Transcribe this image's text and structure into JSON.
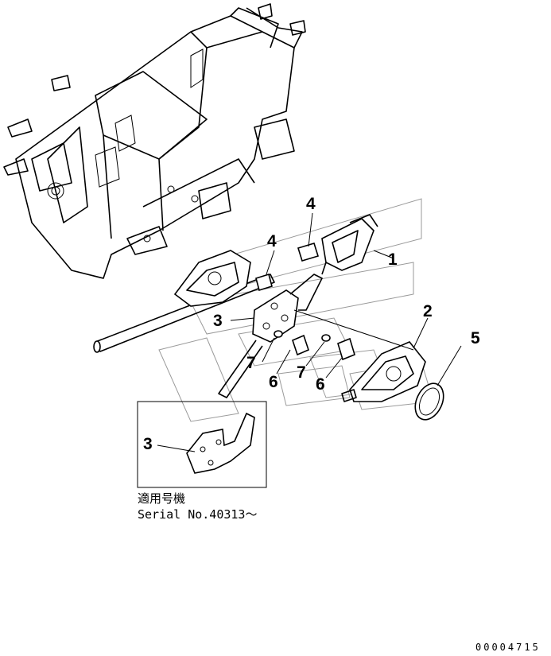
{
  "diagram": {
    "callouts": [
      {
        "id": "c1a",
        "text": "1"
      },
      {
        "id": "c2",
        "text": "2"
      },
      {
        "id": "c3a",
        "text": "3"
      },
      {
        "id": "c3b",
        "text": "3"
      },
      {
        "id": "c4a",
        "text": "4"
      },
      {
        "id": "c4b",
        "text": "4"
      },
      {
        "id": "c5",
        "text": "5"
      },
      {
        "id": "c6a",
        "text": "6"
      },
      {
        "id": "c6b",
        "text": "6"
      },
      {
        "id": "c7a",
        "text": "7"
      },
      {
        "id": "c7b",
        "text": "7"
      }
    ],
    "inset_note": {
      "line1": "適用号機",
      "line2": "Serial No.40313～"
    },
    "drawing_code": "00004715"
  }
}
